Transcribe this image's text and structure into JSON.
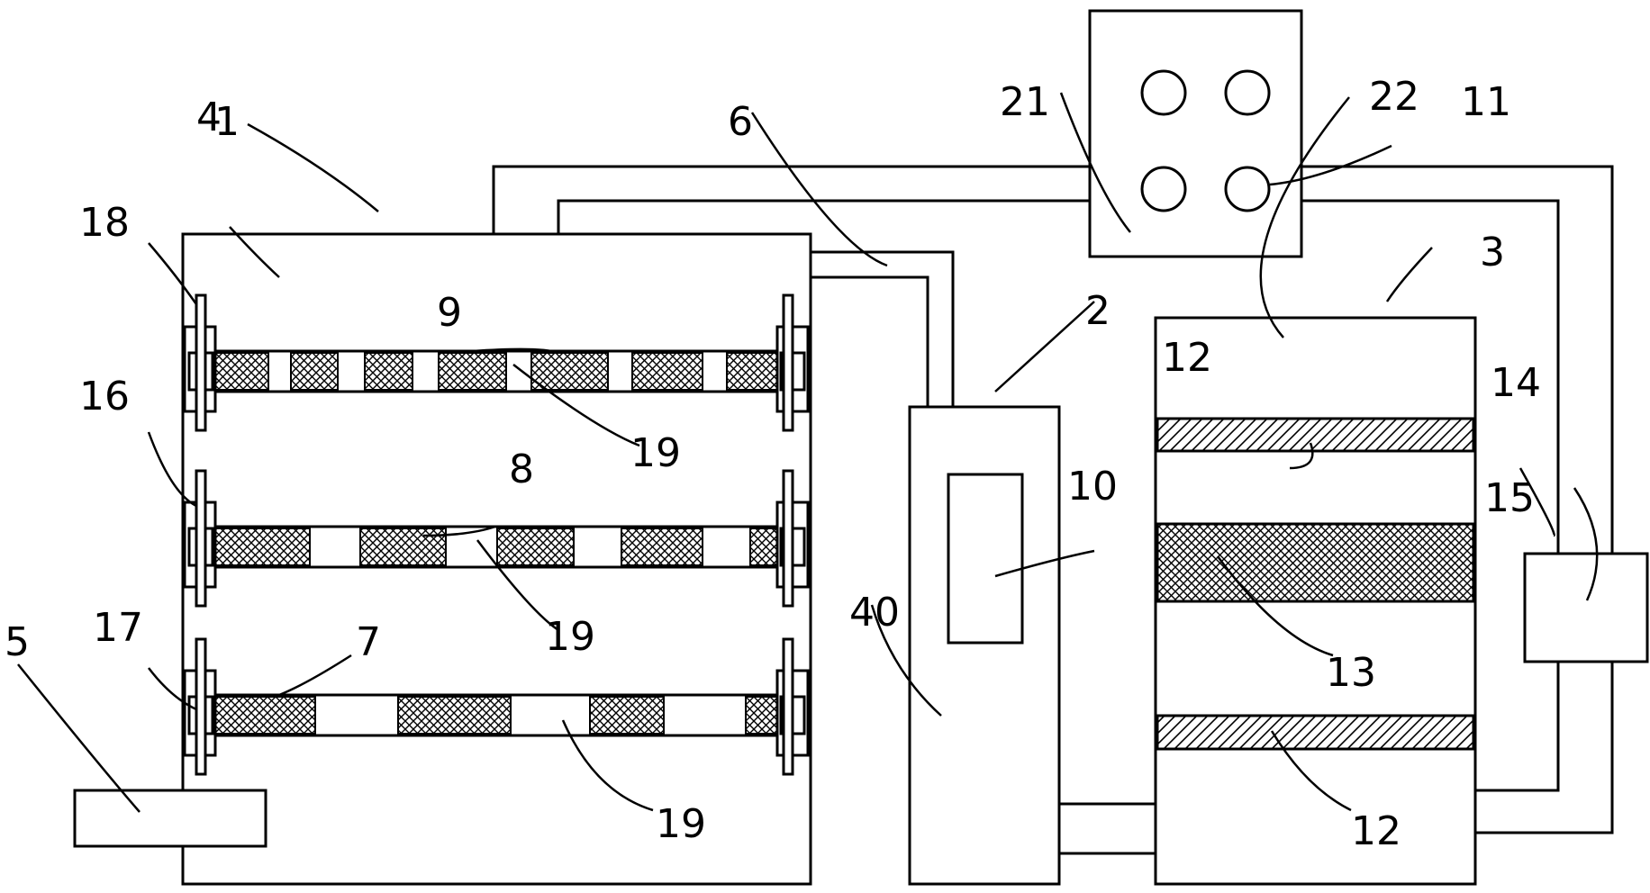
{
  "labels": {
    "n1": "1",
    "n2": "2",
    "n3": "3",
    "n4": "4",
    "n5": "5",
    "n6": "6",
    "n7": "7",
    "n8": "8",
    "n9": "9",
    "n10": "10",
    "n11": "11",
    "n12a": "12",
    "n12b": "12",
    "n13": "13",
    "n14": "14",
    "n15": "15",
    "n16": "16",
    "n17": "17",
    "n18": "18",
    "n19a": "19",
    "n19b": "19",
    "n19c": "19",
    "n21": "21",
    "n22": "22",
    "n40": "40"
  }
}
